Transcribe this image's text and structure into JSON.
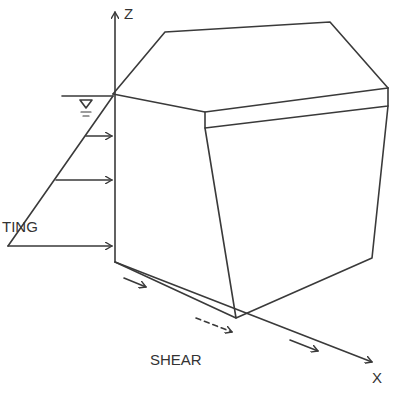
{
  "diagram": {
    "labels": [
      "Z",
      "TING",
      "SHEAR",
      "X"
    ]
  }
}
